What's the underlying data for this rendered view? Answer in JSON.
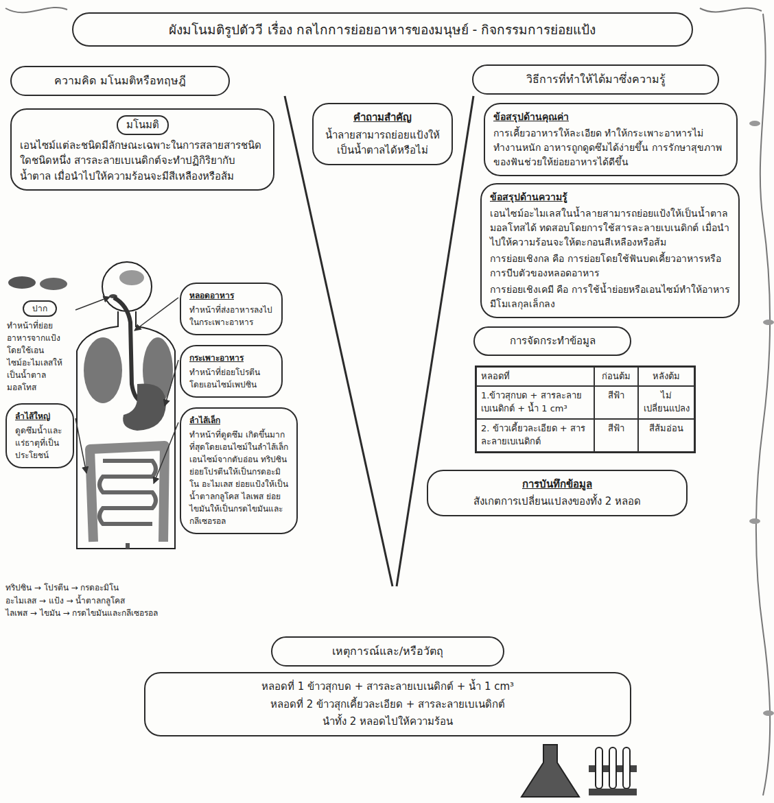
{
  "diagram": {
    "title": "ผังมโนมติรูปตัววี เรื่อง กลไกการย่อยอาหารของมนุษย์ - กิจกรรมการย่อยแป้ง",
    "nodes": [
      {
        "text": [
          "ความคิด มโนมติหรือทฤษฎี"
        ]
      },
      {
        "text": [
          "วิธีการที่ทำให้ได้มาซึ่งความรู้"
        ]
      },
      {
        "text": [
          "มโนมติ",
          "เอนไซม์แต่ละชนิดมีลักษณะเฉพาะในการสลายสารชนิดใดชนิดหนึ่ง สารละลายเบเนดิกต์จะทำปฏิกิริยากับน้ำตาล เมื่อนำไปให้ความร้อนจะมีสีเหลืองหรือส้ม"
        ]
      },
      {
        "text": [
          "คำถามสำคัญ",
          "น้ำลายสามารถย่อยแป้งให้เป็นน้ำตาลได้หรือไม่"
        ]
      },
      {
        "text": [
          "ข้อสรุปด้านคุณค่า",
          "การเคี้ยวอาหารให้ละเอียด ทำให้กระเพาะอาหารไม่ทำงานหนัก อาหารถูกดูดซึมได้ง่ายขึ้น การรักษาสุขภาพของฟันช่วยให้ย่อยอาหารได้ดีขึ้น"
        ]
      },
      {
        "text": [
          "ข้อสรุปด้านความรู้",
          "เอนไซม์อะไมเลสในน้ำลายสามารถย่อยแป้งให้เป็นน้ำตาลมอลโทสได้ ทดสอบโดยการใช้สารละลายเบเนดิกต์ เมื่อนำไปให้ความร้อนจะให้ตะกอนสีเหลืองหรือส้ม",
          "การย่อยเชิงกล คือ การย่อยโดยใช้ฟันบดเคี้ยวอาหารหรือการบีบตัวของหลอดอาหาร",
          "การย่อยเชิงเคมี คือ การใช้น้ำย่อยหรือเอนไซม์ทำให้อาหารมีโมเลกุลเล็กลง"
        ]
      },
      {
        "text": [
          "หลอดอาหาร",
          "ทำหน้าที่ส่งอาหารลงไปในกระเพาะอาหาร"
        ]
      },
      {
        "text": [
          "ปาก",
          "ทำหน้าที่ย่อยอาหารจากแป้งโดยใช้เอนไซม์อะไมเลสให้เป็นน้ำตาลมอลโทส"
        ]
      },
      {
        "text": [
          "กระเพาะอาหาร",
          "ทำหน้าที่ย่อยโปรตีนโดยเอนไซม์เพปซิน"
        ]
      },
      {
        "text": [
          "ลำไส้ใหญ่",
          "ดูดซึมน้ำและแร่ธาตุที่เป็นประโยชน์"
        ]
      },
      {
        "text": [
          "ลำไส้เล็ก",
          "ทำหน้าที่ดูดซึม เกิดขึ้นมากที่สุดโดยเอนไซม์ในลำไส้เล็ก เอนไซม์จากตับอ่อน ทริปซิน ย่อยโปรตีนให้เป็นกรดอะมิโน อะไมเลส ย่อยแป้งให้เป็นน้ำตาลกลูโคส ไลเพส ย่อยไขมันให้เป็นกรดไขมันและกลีเซอรอล"
        ]
      },
      {
        "text": [
          "การจัดกระทำข้อมูล"
        ]
      },
      {
        "text": [
          "การบันทึกข้อมูล",
          "สังเกตการเปลี่ยนแปลงของทั้ง 2 หลอด"
        ]
      },
      {
        "text": [
          "เหตุการณ์และ/หรือวัตถุ"
        ]
      },
      {
        "text": [
          "หลอดที่ 1 ข้าวสุกบด + สารละลายเบเนดิกต์ + น้ำ 1 cm³",
          "หลอดที่ 2 ข้าวสุกเคี้ยวละเอียด + สารละลายเบเนดิกต์",
          "นำทั้ง 2 หลอดไปให้ความร้อน"
        ]
      }
    ],
    "labels": [
      "หลอดที่",
      "ก่อนต้ม",
      "หลังต้ม",
      "1.ข้าวสุกบด + สารละลายเบเนดิกต์ + น้ำ 1 cm³",
      "สีฟ้า",
      "ไม่เปลี่ยนแปลง",
      "2. ข้าวเคี้ยวละเอียด + สารละลายเบเนดิกต์",
      "สีฟ้า",
      "สีส้มอ่อน",
      "ทริปซิน → โปรตีน → กรดอะมิโน",
      "อะไมเลส → แป้ง → น้ำตาลกลูโคส",
      "ไลเพส → ไขมัน → กรดไขมันและกลีเซอรอล"
    ]
  }
}
